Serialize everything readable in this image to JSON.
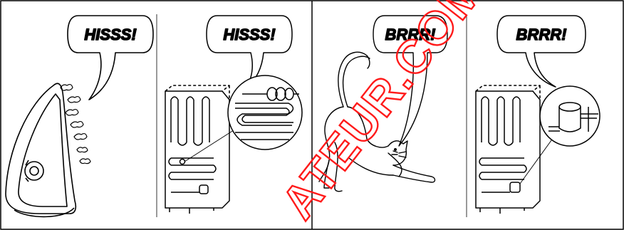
{
  "panels": [
    {
      "id": "iron",
      "bubble": "HISSS!"
    },
    {
      "id": "fridge-coil",
      "bubble": "HISSS!"
    },
    {
      "id": "cat",
      "bubble": "BRRR!"
    },
    {
      "id": "fridge-compressor",
      "bubble": "BRRR!"
    }
  ],
  "watermark": "ATEUR.COM",
  "colors": {
    "line": "#000000",
    "watermark": "#ff1a1a",
    "background": "#ffffff"
  }
}
